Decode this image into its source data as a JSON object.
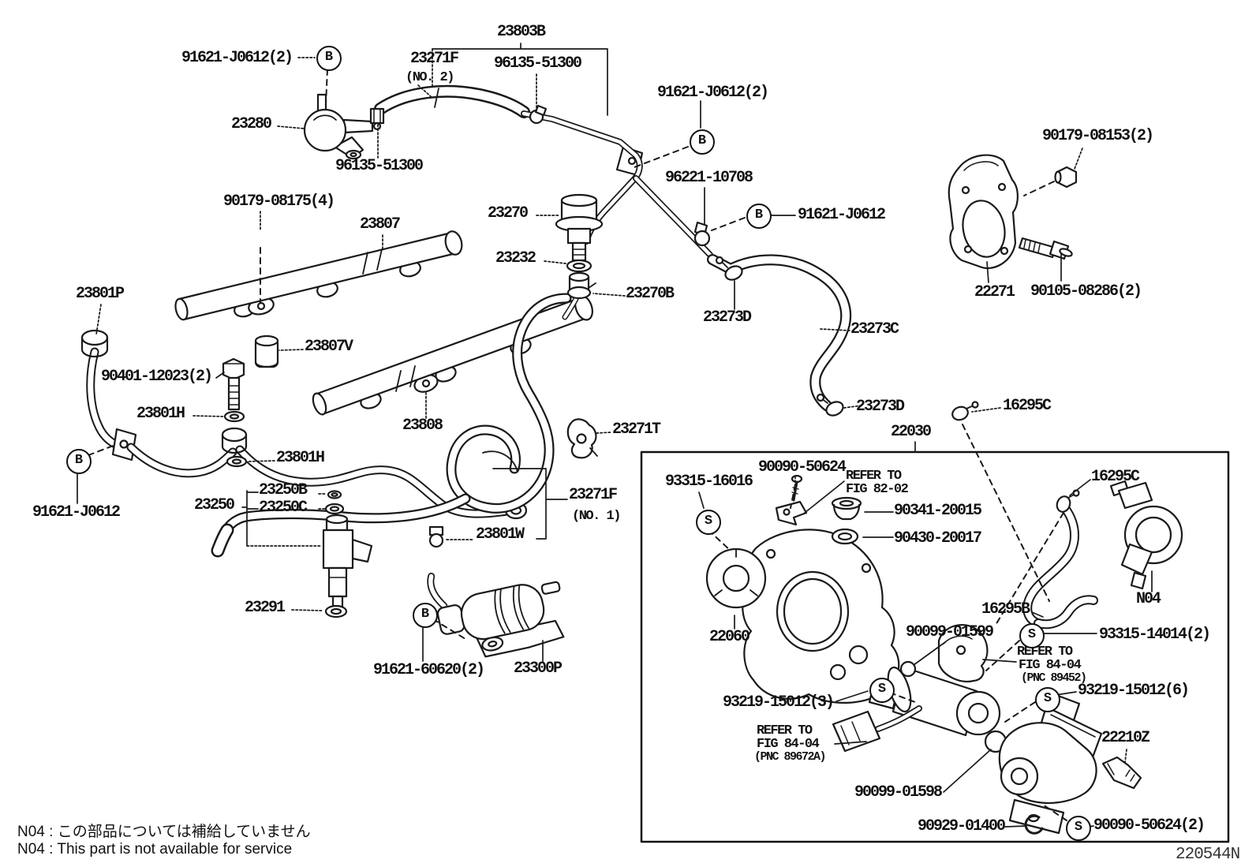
{
  "drawing_number": "220544N",
  "notes": {
    "jp": "N04 : この部品については補給していません",
    "en": "N04 : This part is not available for service"
  },
  "badges": {
    "b": "B",
    "s": "S"
  },
  "parts": {
    "p91621_J0612_2": "91621-J0612(2)",
    "p91621_J0612": "91621-J0612",
    "p23803B": "23803B",
    "p23271F": "23271F",
    "no2": "(NO. 2)",
    "no1": "(NO. 1)",
    "p96135_51300": "96135-51300",
    "p23280": "23280",
    "p96221_10708": "96221-10708",
    "p90179_08153_2": "90179-08153(2)",
    "p90179_08175_4": "90179-08175(4)",
    "p23807": "23807",
    "p23270": "23270",
    "p23232": "23232",
    "p23270B": "23270B",
    "p23273D": "23273D",
    "p23273C": "23273C",
    "p22271": "22271",
    "p90105_08286_2": "90105-08286(2)",
    "p23801P": "23801P",
    "p23807V": "23807V",
    "p90401_12023_2": "90401-12023(2)",
    "p23801H": "23801H",
    "p23250B": "23250B",
    "p23250": "23250",
    "p23250C": "23250C",
    "p23808": "23808",
    "p23271T": "23271T",
    "p23801W": "23801W",
    "p23291": "23291",
    "p91621_60620_2": "91621-60620(2)",
    "p23300P": "23300P",
    "p16295C": "16295C",
    "p22030": "22030",
    "p90090_50624": "90090-50624",
    "refer_to": "REFER TO",
    "fig82": "FIG 82-02",
    "fig84": "FIG 84-04",
    "pnc89452": "(PNC 89452)",
    "pnc89672A": "(PNC 89672A)",
    "p93315_16016": "93315-16016",
    "p90341_20015": "90341-20015",
    "p90430_20017": "90430-20017",
    "n04": "N04",
    "p16295B": "16295B",
    "p22060": "22060",
    "p90099_01599": "90099-01599",
    "p93315_14014_2": "93315-14014(2)",
    "p93219_15012_6": "93219-15012(6)",
    "p93219_15012_3": "93219-15012(3)",
    "p22210Z": "22210Z",
    "p90099_01598": "90099-01598",
    "p90929_01400": "90929-01400",
    "p90090_50624_2": "90090-50624(2)"
  }
}
